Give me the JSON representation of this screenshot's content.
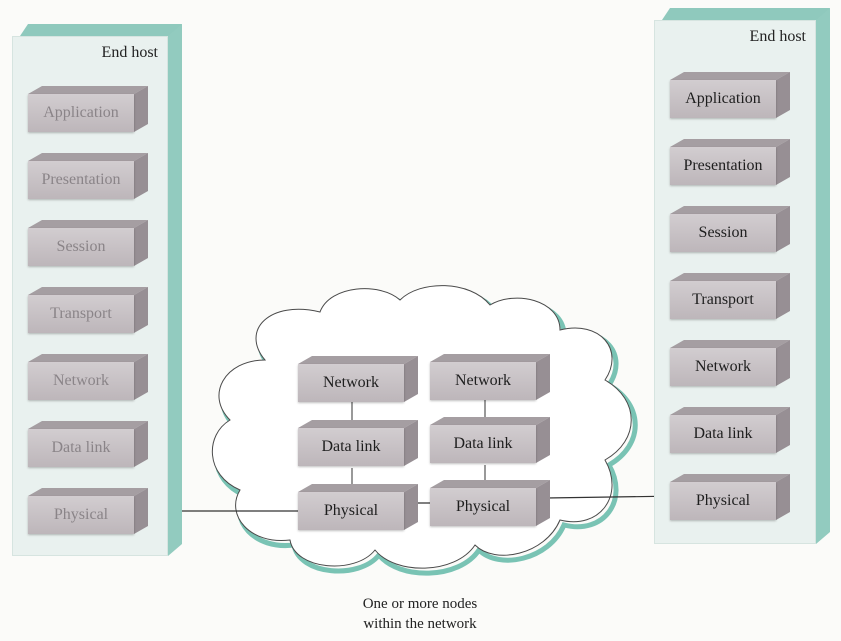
{
  "left_host": {
    "label": "End host",
    "layers": [
      "Application",
      "Presentation",
      "Session",
      "Transport",
      "Network",
      "Data link",
      "Physical"
    ]
  },
  "right_host": {
    "label": "End host",
    "layers": [
      "Application",
      "Presentation",
      "Session",
      "Transport",
      "Network",
      "Data link",
      "Physical"
    ]
  },
  "network_nodes": [
    {
      "layers": [
        "Network",
        "Data link",
        "Physical"
      ]
    },
    {
      "layers": [
        "Network",
        "Data link",
        "Physical"
      ]
    }
  ],
  "caption": {
    "line1": "One or more nodes",
    "line2": "within the network"
  },
  "colors": {
    "panel": "#e9f1ef",
    "panel_edge": "#8fc9bd",
    "block": "#c8c2c6",
    "cloud_outline": "#79c3b4",
    "line": "#333333"
  }
}
